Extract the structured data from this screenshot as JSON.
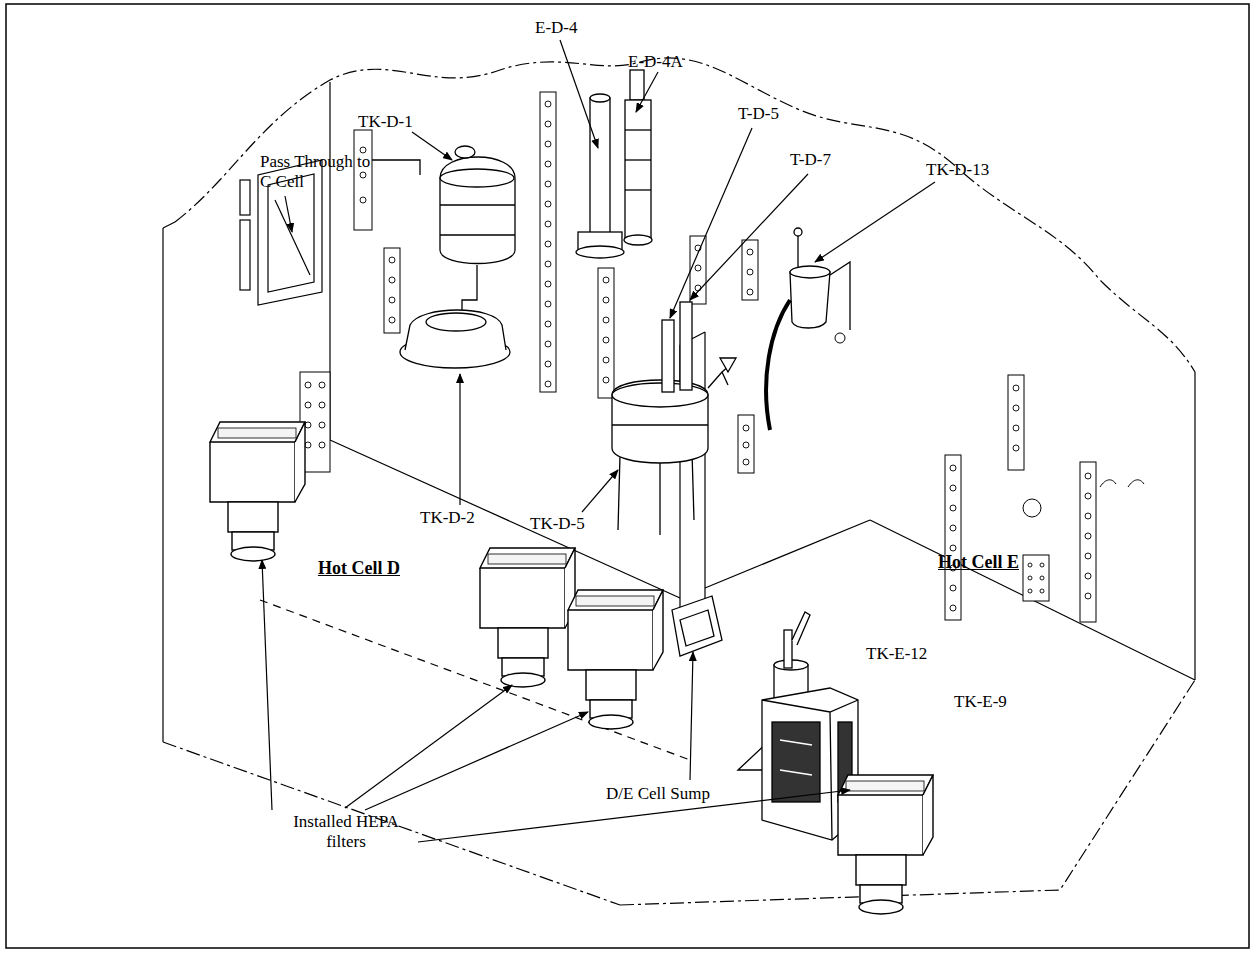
{
  "diagram": {
    "labels": [
      "E-D-4",
      "E-D-4A",
      "T-D-5",
      "T-D-7",
      "TK-D-13",
      "TK-D-1",
      "Pass Through to C Cell",
      "TK-D-2",
      "TK-D-5",
      "Hot Cell D",
      "Hot Cell E",
      "TK-E-12",
      "TK-E-9",
      "D/E Cell Sump",
      "Installed HEPA filters"
    ]
  }
}
